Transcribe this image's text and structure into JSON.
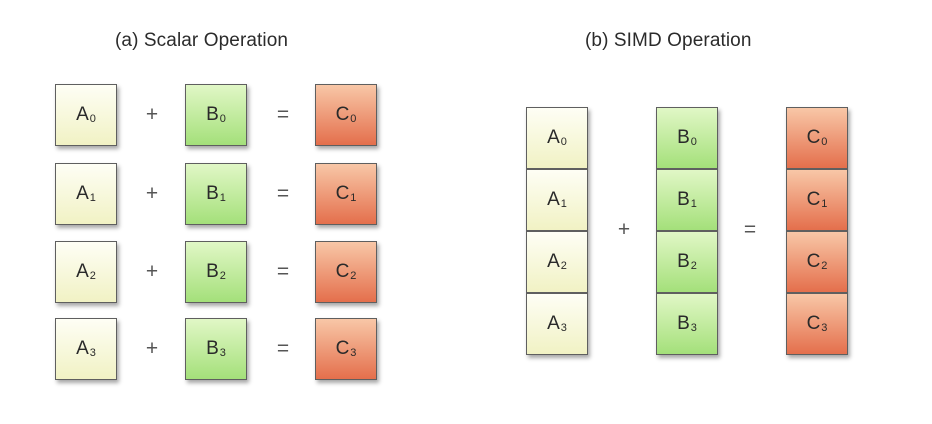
{
  "scalar": {
    "title": "(a) Scalar Operation",
    "rows": [
      {
        "a": "A",
        "b": "B",
        "c": "C",
        "index": "0",
        "plus": "+",
        "equals": "="
      },
      {
        "a": "A",
        "b": "B",
        "c": "C",
        "index": "1",
        "plus": "+",
        "equals": "="
      },
      {
        "a": "A",
        "b": "B",
        "c": "C",
        "index": "2",
        "plus": "+",
        "equals": "="
      },
      {
        "a": "A",
        "b": "B",
        "c": "C",
        "index": "3",
        "plus": "+",
        "equals": "="
      }
    ]
  },
  "simd": {
    "title": "(b) SIMD Operation",
    "a_cells": [
      {
        "label": "A",
        "index": "0"
      },
      {
        "label": "A",
        "index": "1"
      },
      {
        "label": "A",
        "index": "2"
      },
      {
        "label": "A",
        "index": "3"
      }
    ],
    "b_cells": [
      {
        "label": "B",
        "index": "0"
      },
      {
        "label": "B",
        "index": "1"
      },
      {
        "label": "B",
        "index": "2"
      },
      {
        "label": "B",
        "index": "3"
      }
    ],
    "c_cells": [
      {
        "label": "C",
        "index": "0"
      },
      {
        "label": "C",
        "index": "1"
      },
      {
        "label": "C",
        "index": "2"
      },
      {
        "label": "C",
        "index": "3"
      }
    ],
    "plus": "+",
    "equals": "="
  },
  "colors": {
    "a_fill": "#f1f2c4",
    "b_fill": "#a4e07a",
    "c_fill": "#e46f4c"
  }
}
